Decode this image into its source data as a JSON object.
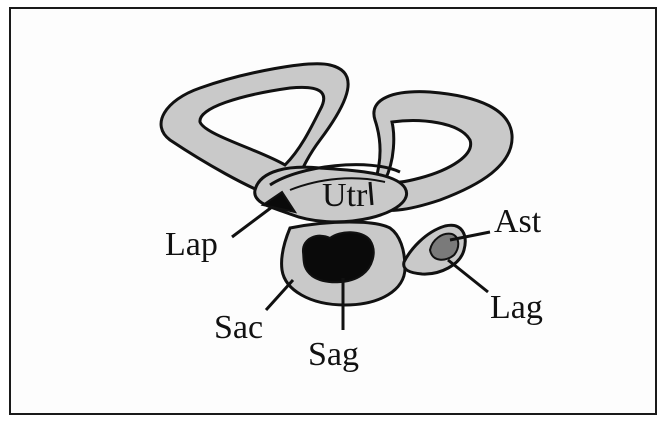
{
  "labels": {
    "utr": "Utr",
    "ast": "Ast",
    "lap": "Lap",
    "lag": "Lag",
    "sac": "Sac",
    "sag": "Sag"
  },
  "colors": {
    "canal_fill": "#c9c9c9",
    "otolith_fill": "#0a0a0a",
    "asteriscus_fill": "#7a7a7a",
    "outline": "#111111"
  }
}
